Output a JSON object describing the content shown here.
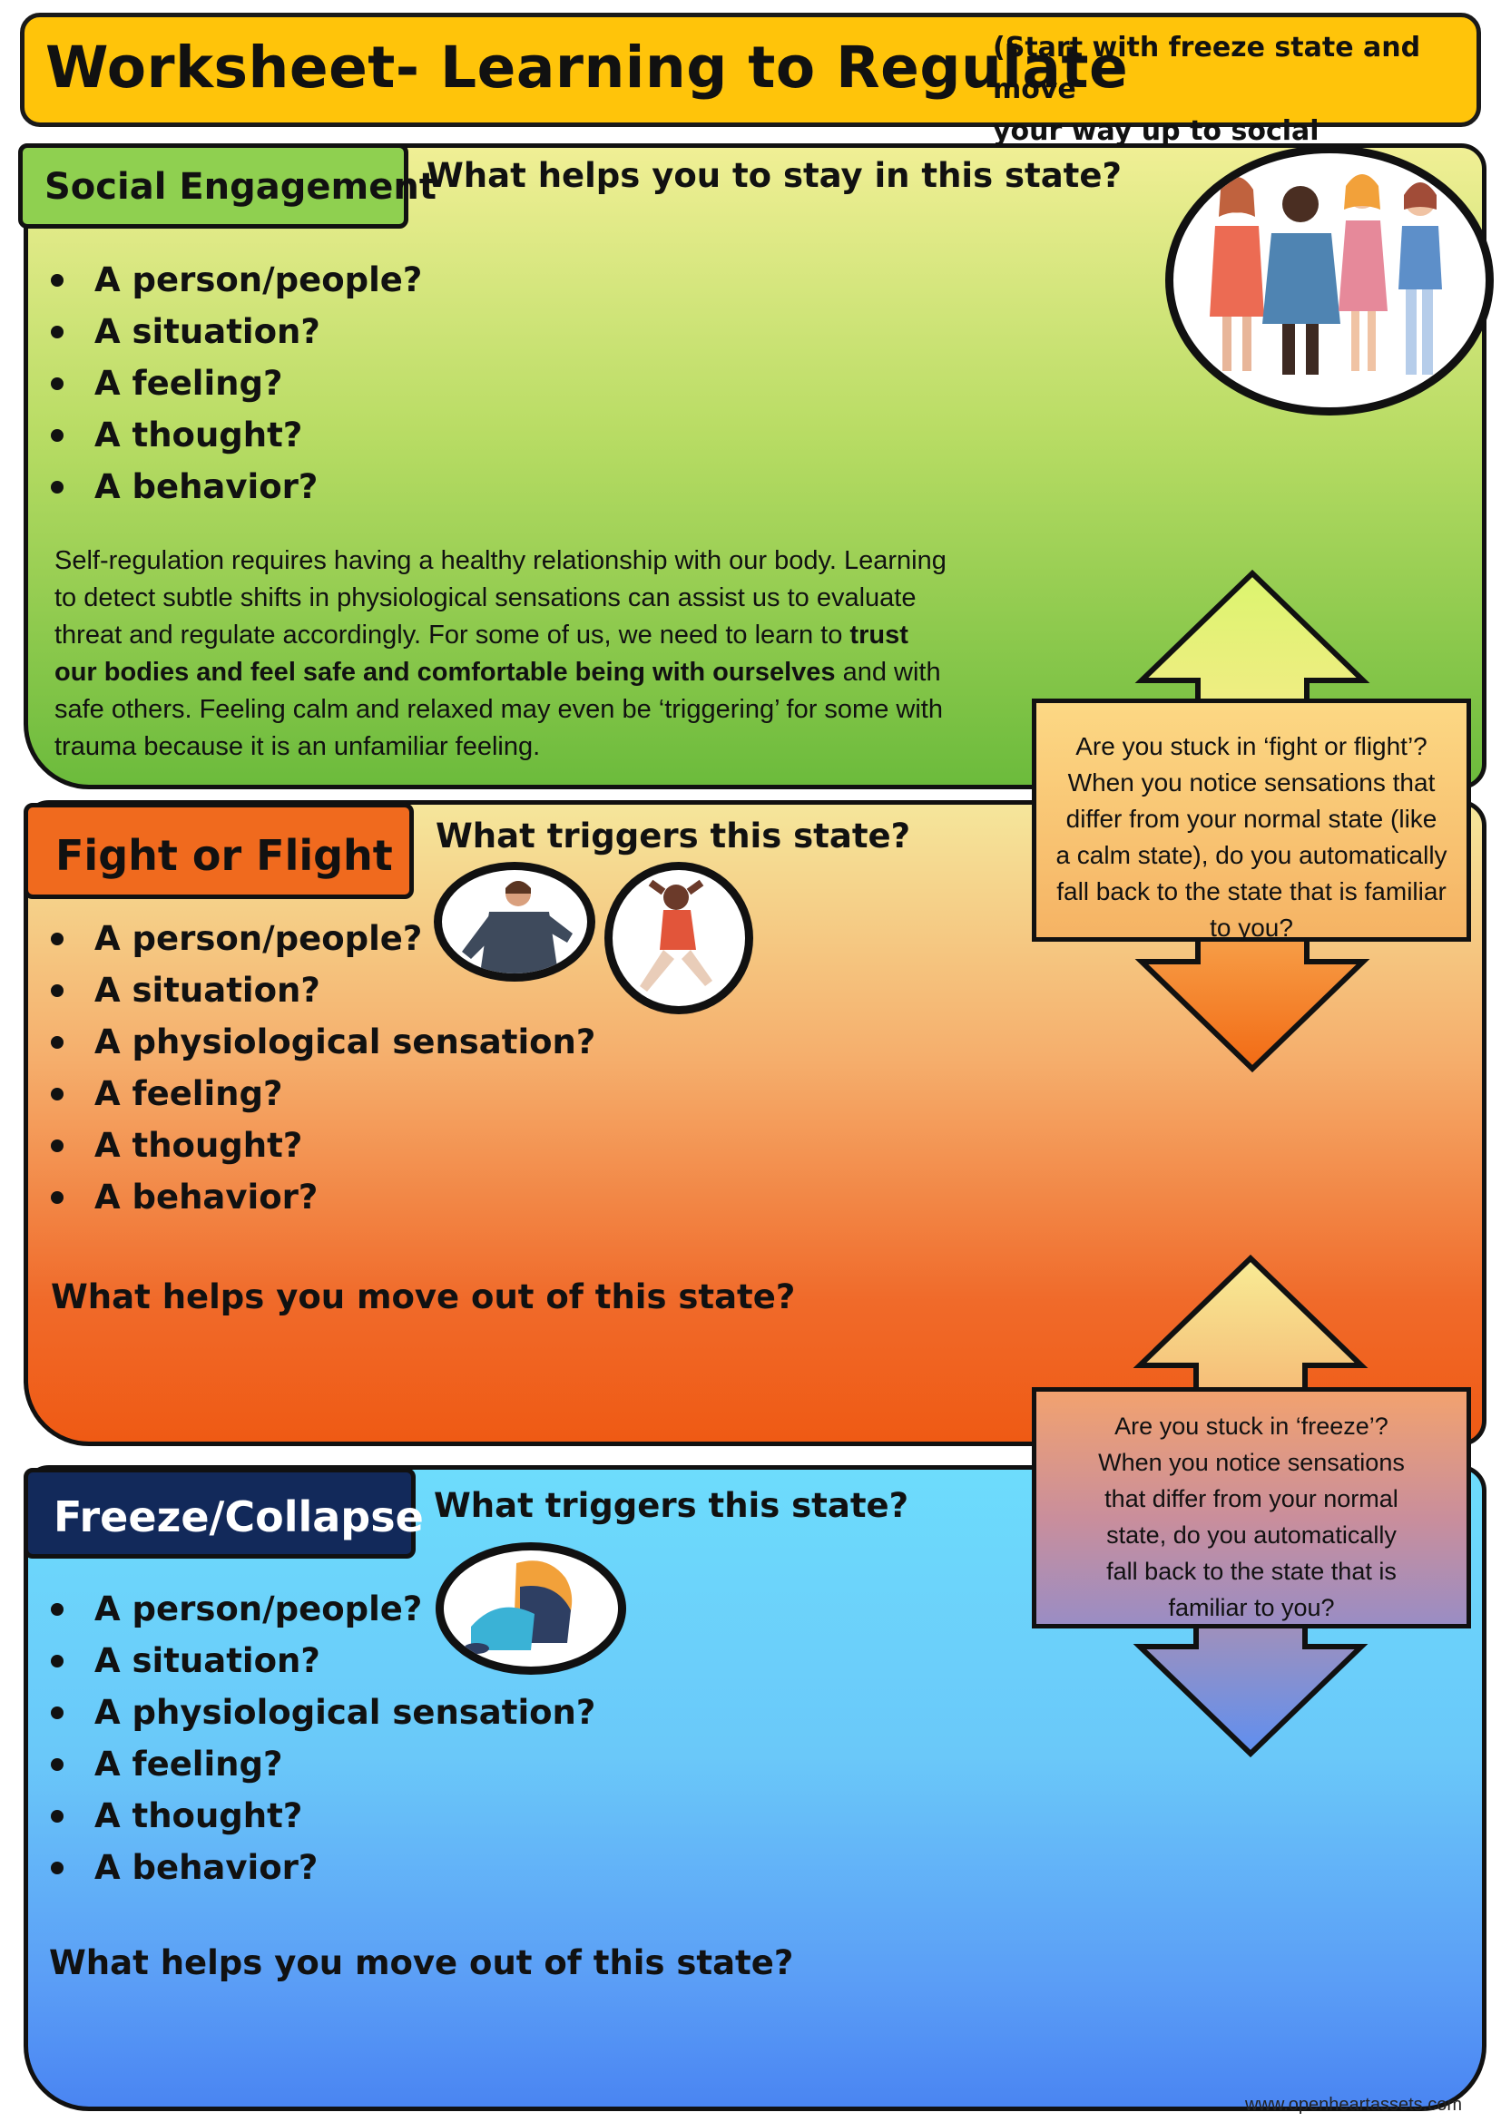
{
  "header": {
    "title": "Worksheet- Learning to Regulate",
    "note_line1": "(Start with freeze state and move",
    "note_line2": "your way up to social engagement.)"
  },
  "social": {
    "label": "Social Engagement",
    "question": "What helps you to stay in this state?",
    "items": [
      "A person/people?",
      "A situation?",
      "A feeling?",
      "A thought?",
      "A behavior?"
    ],
    "para_lines": [
      "Self-regulation requires having a healthy relationship with our body. Learning",
      "to detect subtle shifts in physiological sensations can assist us to evaluate",
      "threat and regulate accordingly. For some of us, we need to learn to",
      "our bodies and feel safe and comfortable being with ourselves",
      "safe others. Feeling calm and relaxed may even be ‘triggering’ for some with",
      "trauma because it is an unfamiliar feeling."
    ],
    "para_bold_1": "trust",
    "para_tail_4": "and with"
  },
  "fight": {
    "label": "Fight or Flight",
    "question": "What triggers this state?",
    "items": [
      "A person/people?",
      "A situation?",
      "A physiological sensation?",
      "A feeling?",
      "A thought?",
      "A behavior?"
    ],
    "move_question": "What helps you move out of this state?"
  },
  "freeze": {
    "label": "Freeze/Collapse",
    "question": "What triggers this state?",
    "items": [
      "A person/people?",
      "A situation?",
      "A physiological sensation?",
      "A feeling?",
      "A thought?",
      "A behavior?"
    ],
    "move_question": "What helps you move out of this state?"
  },
  "box_fight": {
    "lines": [
      "Are you stuck in ‘fight or flight’?",
      "When you notice sensations that",
      "differ from your normal state (like",
      "a calm state), do you automatically",
      "fall back to the state that is familiar",
      "to you?"
    ]
  },
  "box_freeze": {
    "lines": [
      "Are you stuck in ‘freeze’?",
      "When you notice sensations",
      "that differ from your normal",
      "state, do you automatically",
      "fall back to the state that is",
      "familiar to you?"
    ]
  },
  "footer": {
    "url": "www.openheartassets.com"
  },
  "colors": {
    "title_bg": "#ffc40a",
    "social_label": "#8fd050",
    "fight_label": "#f06a1e",
    "freeze_label": "#12295a"
  }
}
